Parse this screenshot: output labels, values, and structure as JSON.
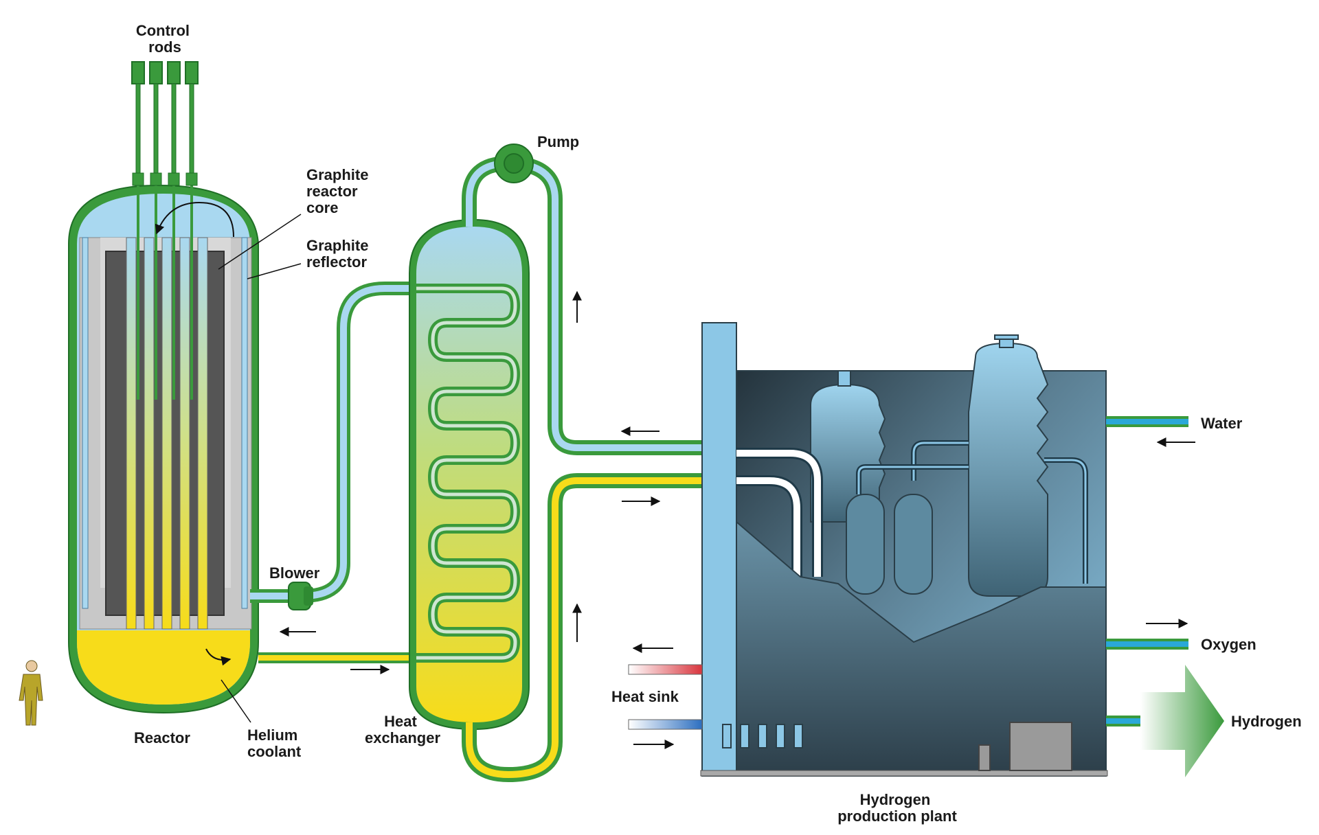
{
  "labels": {
    "control_rods": [
      "Control",
      "rods"
    ],
    "graphite_core": [
      "Graphite",
      "reactor",
      "core"
    ],
    "graphite_reflector": [
      "Graphite",
      "reflector"
    ],
    "pump": "Pump",
    "blower": "Blower",
    "reactor": "Reactor",
    "helium_coolant": [
      "Helium",
      "coolant"
    ],
    "heat_exchanger": [
      "Heat",
      "exchanger"
    ],
    "water": "Water",
    "oxygen": "Oxygen",
    "hydrogen": "Hydrogen",
    "heat_sink": "Heat sink",
    "hydrogen_plant": [
      "Hydrogen",
      "production plant"
    ]
  },
  "colors": {
    "green": "#3a9a3c",
    "green_dark": "#1f6f26",
    "light_blue": "#a9d8f0",
    "yellow": "#f7dc1a",
    "core_dark": "#5b5b5b",
    "plant_dark": "#2f4450",
    "plant_mid": "#5b7f93",
    "plant_light": "#8cc7e6"
  }
}
